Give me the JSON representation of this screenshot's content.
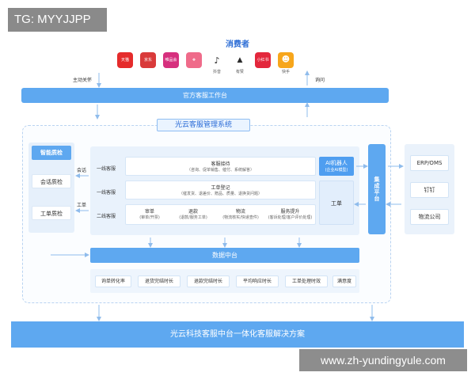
{
  "tag_text": "TG: MYYJJPP",
  "watermark_text": "www.zh-yundingyule.com",
  "consumer": {
    "title": "消费者",
    "apps": [
      {
        "name": "天猫",
        "label": "",
        "color": "#e52b2b"
      },
      {
        "name": "京东",
        "label": "",
        "color": "#d93a3a"
      },
      {
        "name": "唯品会",
        "label": "",
        "color": "#d6307e"
      },
      {
        "name": "",
        "label": "",
        "color": "#ef6b8a"
      },
      {
        "name": "",
        "label": "抖音",
        "color": "#1a1a1a"
      },
      {
        "name": "",
        "label": "有赞",
        "color": "#2b2b2b"
      },
      {
        "name": "小红书",
        "label": "",
        "color": "#e3273c"
      },
      {
        "name": "",
        "label": "快手",
        "color": "#f7a61b"
      }
    ]
  },
  "labels": {
    "proactive_care": "主动关怀",
    "inquiry": "询问"
  },
  "workbench_label": "官方客服工作台",
  "system_title": "光云客服管理系统",
  "quality": {
    "head": "智能质检",
    "session": "会话质检",
    "ticket": "工单质检"
  },
  "side_labels": {
    "session": "会话",
    "ticket": "工单"
  },
  "rows": [
    {
      "level": "一线客服",
      "title": "客服接待",
      "sub": "（咨询、促单销售、催付、系统解答）"
    },
    {
      "level": "一线客服",
      "title": "工单登记",
      "sub": "（催发货、退差价、赠品、质量、退换货问题）"
    }
  ],
  "second_line": {
    "level": "二线客服",
    "items": [
      {
        "title": "审单",
        "sub": "(审单/开票)"
      },
      {
        "title": "退款",
        "sub": "(退款/服务工单)"
      },
      {
        "title": "物流",
        "sub": "(物流核实/快递查件)"
      },
      {
        "title": "服务提升",
        "sub": "(客诉处理/客户评价处理)"
      }
    ]
  },
  "ai_robot": {
    "title": "AI机器人",
    "sub": "(企业AI模型)"
  },
  "ticket_label": "工单",
  "integration_label": "集成平台",
  "external": [
    "ERP/OMS",
    "钉钉",
    "物流公司"
  ],
  "datacenter_label": "数据中台",
  "metrics": [
    "询单转化率",
    "退货完结时长",
    "退款完结时长",
    "平均响应时长",
    "工单处理时效",
    "满意度"
  ],
  "footer_title": "光云科技客服中台一体化客服解决方案",
  "colors": {
    "primary": "#5ea8f0",
    "title_blue": "#2f6fd6",
    "panel": "#e9f2fc"
  }
}
